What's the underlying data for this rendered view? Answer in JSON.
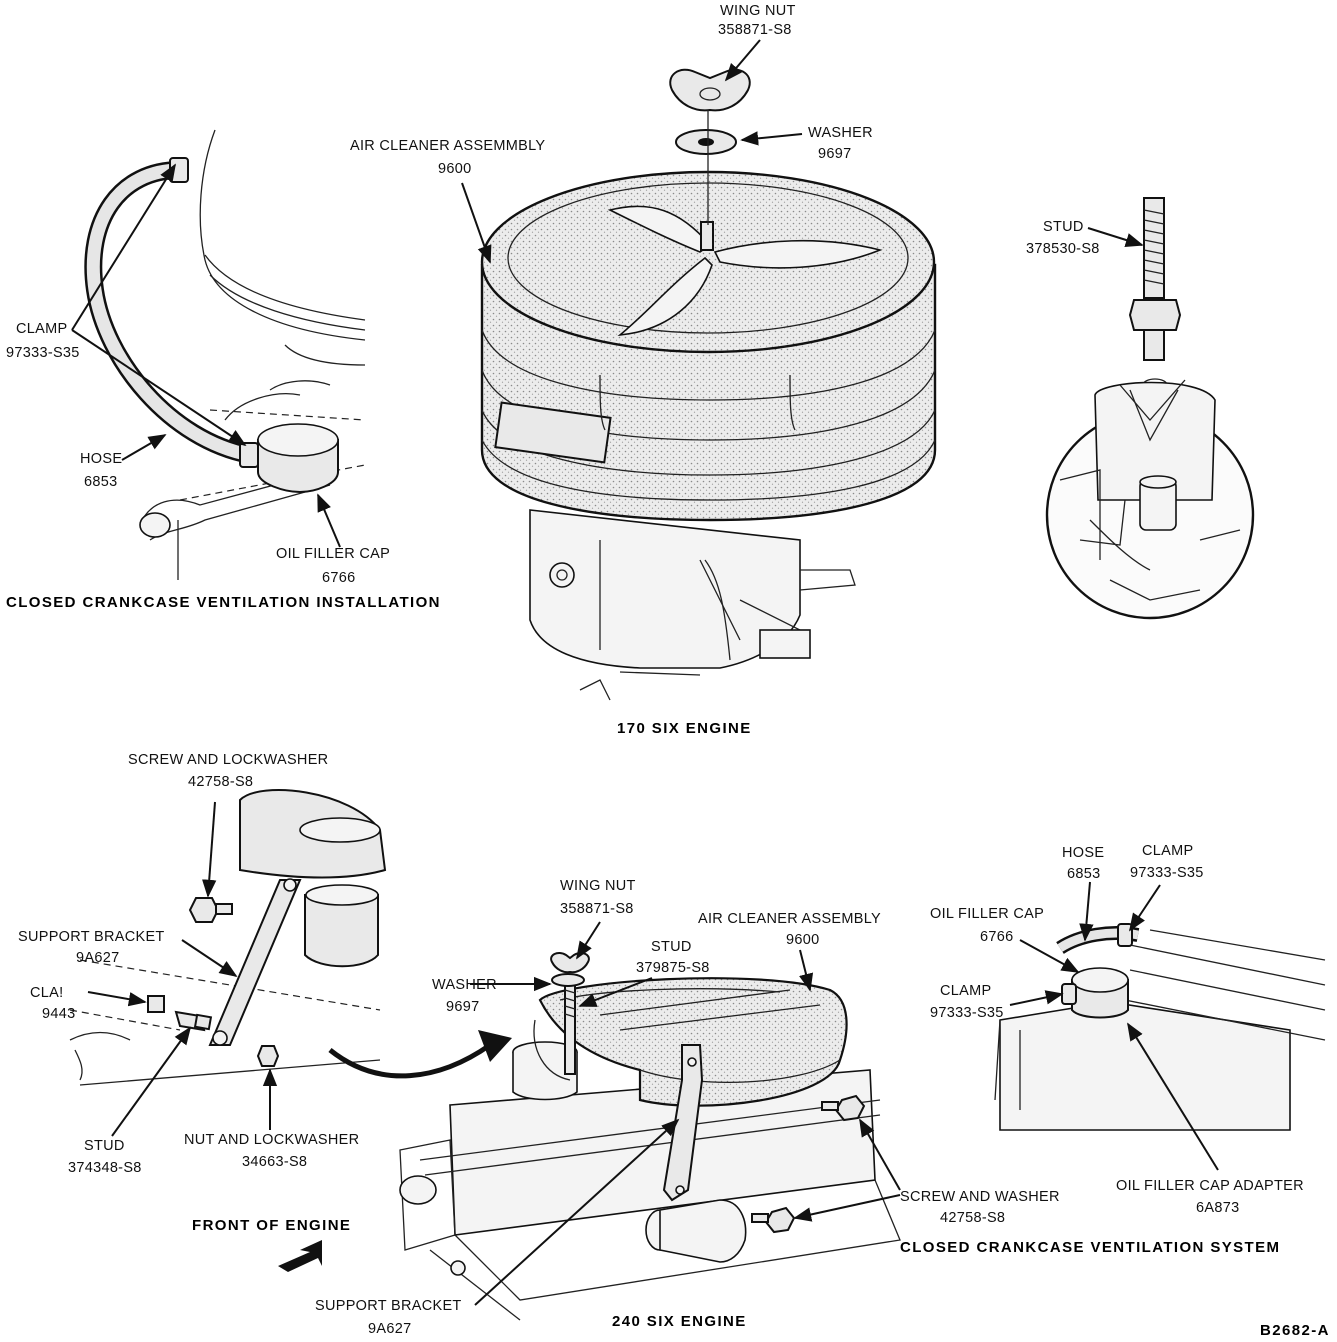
{
  "top_left": {
    "clamp": {
      "name": "CLAMP",
      "part": "97333-S35"
    },
    "hose": {
      "name": "HOSE",
      "part": "6853"
    },
    "oil_filler_cap": {
      "name": "OIL FILLER CAP",
      "part": "6766"
    },
    "caption": "CLOSED CRANKCASE VENTILATION INSTALLATION"
  },
  "top_center": {
    "wing_nut": {
      "name": "WING NUT",
      "part": "358871-S8"
    },
    "washer": {
      "name": "WASHER",
      "part": "9697"
    },
    "air_cleaner": {
      "name": "AIR CLEANER ASSEMMBLY",
      "part": "9600"
    },
    "caption": "170 SIX ENGINE"
  },
  "top_right": {
    "stud": {
      "name": "STUD",
      "part": "378530-S8"
    }
  },
  "bottom_left": {
    "screw_lockwasher": {
      "name": "SCREW AND LOCKWASHER",
      "part": "42758-S8"
    },
    "support_bracket": {
      "name": "SUPPORT BRACKET",
      "part": "9A627"
    },
    "clamp": {
      "name": "CLA!",
      "part": "9443"
    },
    "stud": {
      "name": "STUD",
      "part": "374348-S8"
    },
    "nut_lockwasher": {
      "name": "NUT AND LOCKWASHER",
      "part": "34663-S8"
    },
    "front_of_engine": "FRONT OF ENGINE"
  },
  "bottom_center": {
    "wing_nut": {
      "name": "WING NUT",
      "part": "358871-S8"
    },
    "stud": {
      "name": "STUD",
      "part": "379875-S8"
    },
    "air_cleaner": {
      "name": "AIR CLEANER ASSEMBLY",
      "part": "9600"
    },
    "washer": {
      "name": "WASHER",
      "part": "9697"
    },
    "screw_washer": {
      "name": "SCREW AND WASHER",
      "part": "42758-S8"
    },
    "support_bracket": {
      "name": "SUPPORT BRACKET",
      "part": "9A627"
    },
    "caption": "240 SIX ENGINE"
  },
  "bottom_right": {
    "hose": {
      "name": "HOSE",
      "part": "6853"
    },
    "clamp_top": {
      "name": "CLAMP",
      "part": "97333-S35"
    },
    "oil_filler_cap": {
      "name": "OIL FILLER CAP",
      "part": "6766"
    },
    "clamp_bottom": {
      "name": "CLAMP",
      "part": "97333-S35"
    },
    "adapter": {
      "name": "OIL FILLER CAP ADAPTER",
      "part": "6A873"
    },
    "caption": "CLOSED CRANKCASE VENTILATION SYSTEM"
  },
  "figure_id": "B2682-A"
}
